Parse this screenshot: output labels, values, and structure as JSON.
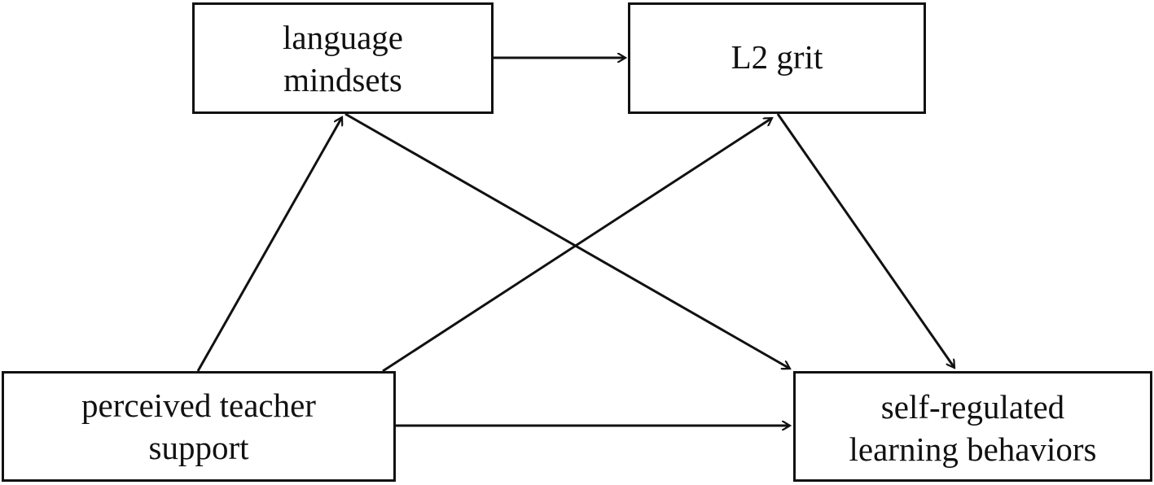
{
  "nodes": {
    "language_mindsets": {
      "lines": [
        "language",
        "mindsets"
      ]
    },
    "l2_grit": {
      "lines": [
        "L2 grit"
      ]
    },
    "perceived_teacher_support": {
      "lines": [
        "perceived teacher",
        "support"
      ]
    },
    "self_regulated_learning": {
      "lines": [
        "self-regulated",
        "learning behaviors"
      ]
    }
  },
  "edges": [
    {
      "from": "language mindsets",
      "to": "L2 grit"
    },
    {
      "from": "perceived teacher support",
      "to": "language mindsets"
    },
    {
      "from": "perceived teacher support",
      "to": "L2 grit"
    },
    {
      "from": "perceived teacher support",
      "to": "self-regulated learning behaviors"
    },
    {
      "from": "language mindsets",
      "to": "self-regulated learning behaviors"
    },
    {
      "from": "L2 grit",
      "to": "self-regulated learning behaviors"
    }
  ],
  "colors": {
    "stroke": "#111111",
    "text": "#111111",
    "background": "#ffffff"
  }
}
